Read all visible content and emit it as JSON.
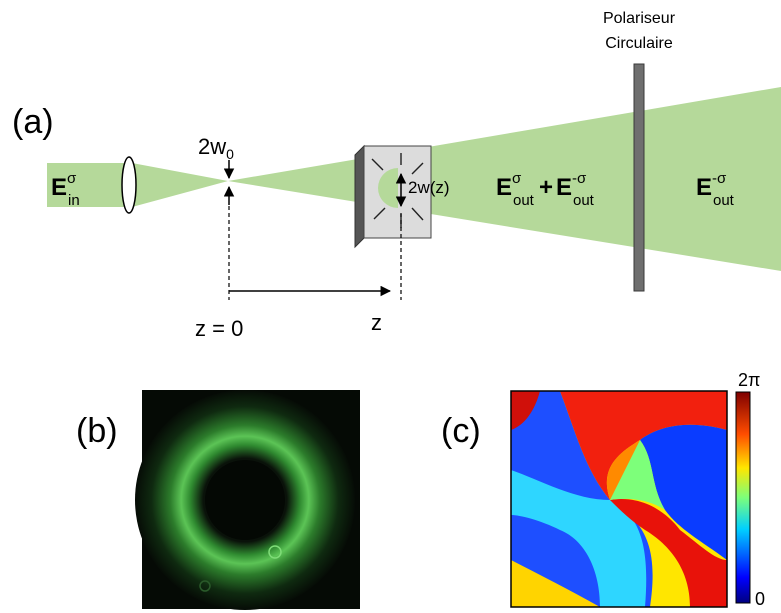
{
  "panel_a": {
    "label": "(a)",
    "polarizer_label": [
      "Polariseur",
      "Circulaire"
    ],
    "waist_label": {
      "base": "2w",
      "sub": "0"
    },
    "beam_width_label": "2w(z)",
    "z0_label": "z = 0",
    "z_label": "z",
    "field_in": {
      "base": "E",
      "sup": "σ",
      "sub": "in"
    },
    "field_mix": {
      "first": {
        "base": "E",
        "sup": "σ",
        "sub": "out"
      },
      "op": "+",
      "second": {
        "base": "E",
        "sup": "-σ",
        "sub": "out"
      }
    },
    "field_out": {
      "base": "E",
      "sup": "-σ",
      "sub": "out"
    },
    "colors": {
      "beam": "#b5d99a",
      "plate_front": "#dcdcdc",
      "plate_side": "#555555",
      "polarizer": "#6f6f6f"
    }
  },
  "panel_b": {
    "label": "(b)",
    "colors": {
      "background": "#050a05",
      "ring": "#3fa23c"
    }
  },
  "panel_c": {
    "label": "(c)",
    "colorbar": {
      "max": "2π",
      "min": "0",
      "colormap": "jet"
    }
  }
}
